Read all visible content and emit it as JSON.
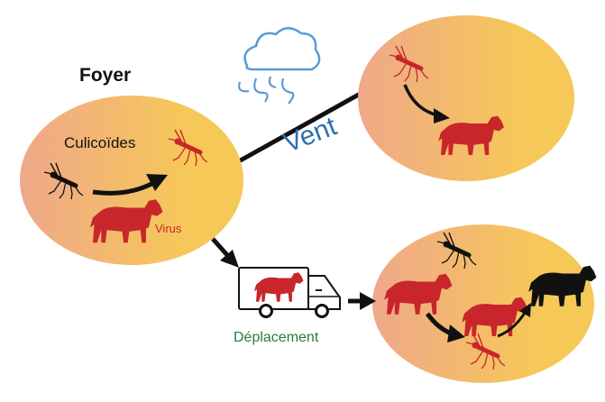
{
  "title": "Foyer",
  "labels": {
    "culicoides": "Culicoïdes",
    "virus": "Virus",
    "wind": "Vent",
    "transport": "Déplacement"
  },
  "colors": {
    "ellipse_inner": "#f6c858",
    "ellipse_outer": "#efa88a",
    "infected_red": "#c8262b",
    "healthy_black": "#111111",
    "wind_blue": "#2e6fad",
    "transport_green": "#2f7a3a",
    "cloud_blue": "#5b9bd5"
  },
  "icons": [
    "cloud-wind-icon",
    "midge-icon",
    "cow-icon",
    "truck-icon",
    "arrow-icon"
  ]
}
